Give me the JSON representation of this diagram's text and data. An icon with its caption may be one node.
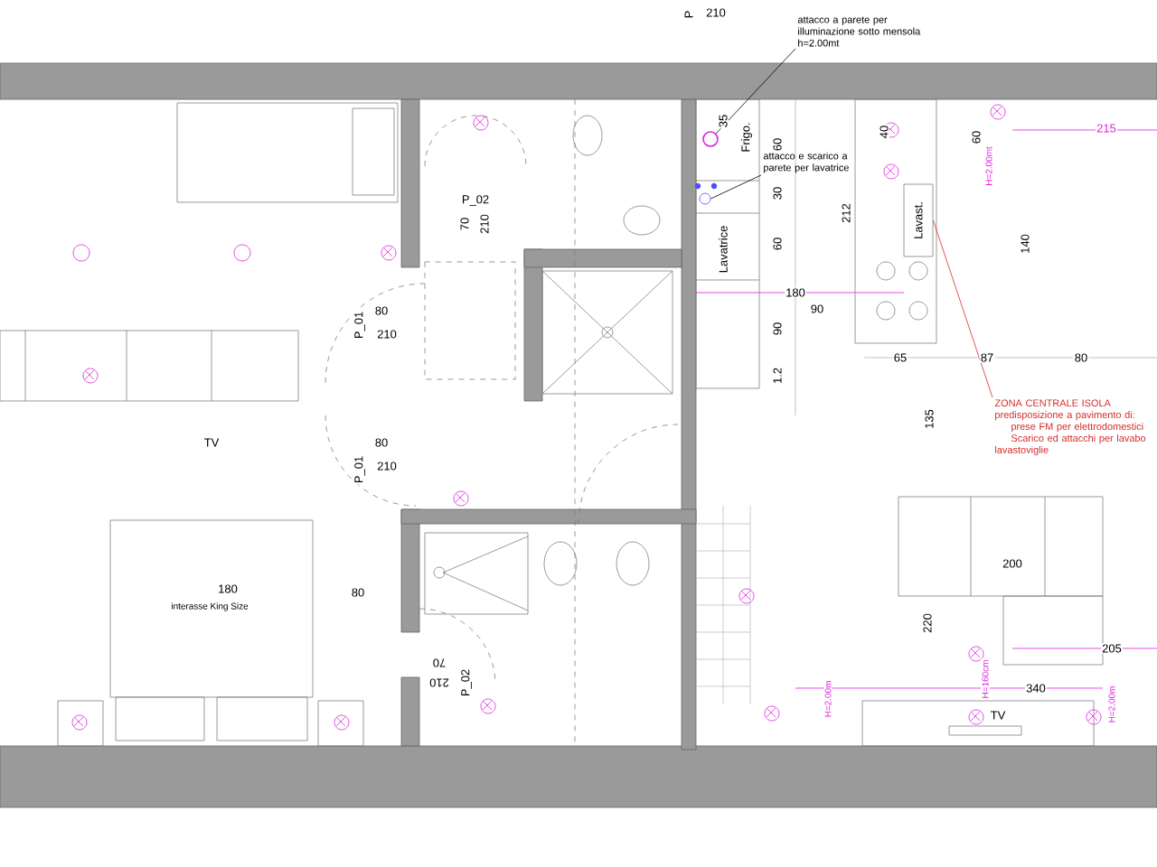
{
  "diagram": {
    "nodes": [
      {
        "text": [
          "attacco a parete per illuminazione sotto mensola h=2.00mt"
        ]
      },
      {
        "text": [],
        "shape": "circle"
      },
      {
        "text": [
          "attacco e scarico a parete per lavatrice"
        ]
      },
      {
        "text": [],
        "shape": "circle"
      },
      {
        "text": [
          "ZONA CENTRALE ISOLA",
          "predisposizione a pavimento di:",
          "prese FM per elettrodomestici",
          "Scarico ed attacchi per lavabo lavastoviglie"
        ]
      },
      {
        "text": [
          "Lavast."
        ]
      }
    ],
    "edges": [
      {
        "from": 0,
        "to": 1,
        "arrow": "none"
      },
      {
        "from": 2,
        "to": 3,
        "arrow": "none"
      },
      {
        "from": 4,
        "to": 5,
        "arrow": "none",
        "color": "#d42a2a"
      }
    ],
    "labels": [
      "P",
      "210",
      "35",
      "Frigo.",
      "60",
      "40",
      "60",
      "215",
      "H=2.00mt",
      "P_02",
      "70",
      "210",
      "30",
      "212",
      "60",
      "Lavatrice",
      "140",
      "180",
      "90",
      "P_01",
      "80",
      "210",
      "90",
      "65",
      "87",
      "80",
      "1.2",
      "135",
      "TV",
      "P_01",
      "80",
      "210",
      "200",
      "180",
      "interasse King Size",
      "80",
      "220",
      "205",
      "70",
      "210",
      "P_02",
      "340",
      "H=2.00m",
      "H=160cm",
      "TV",
      "H=2.00m"
    ]
  }
}
